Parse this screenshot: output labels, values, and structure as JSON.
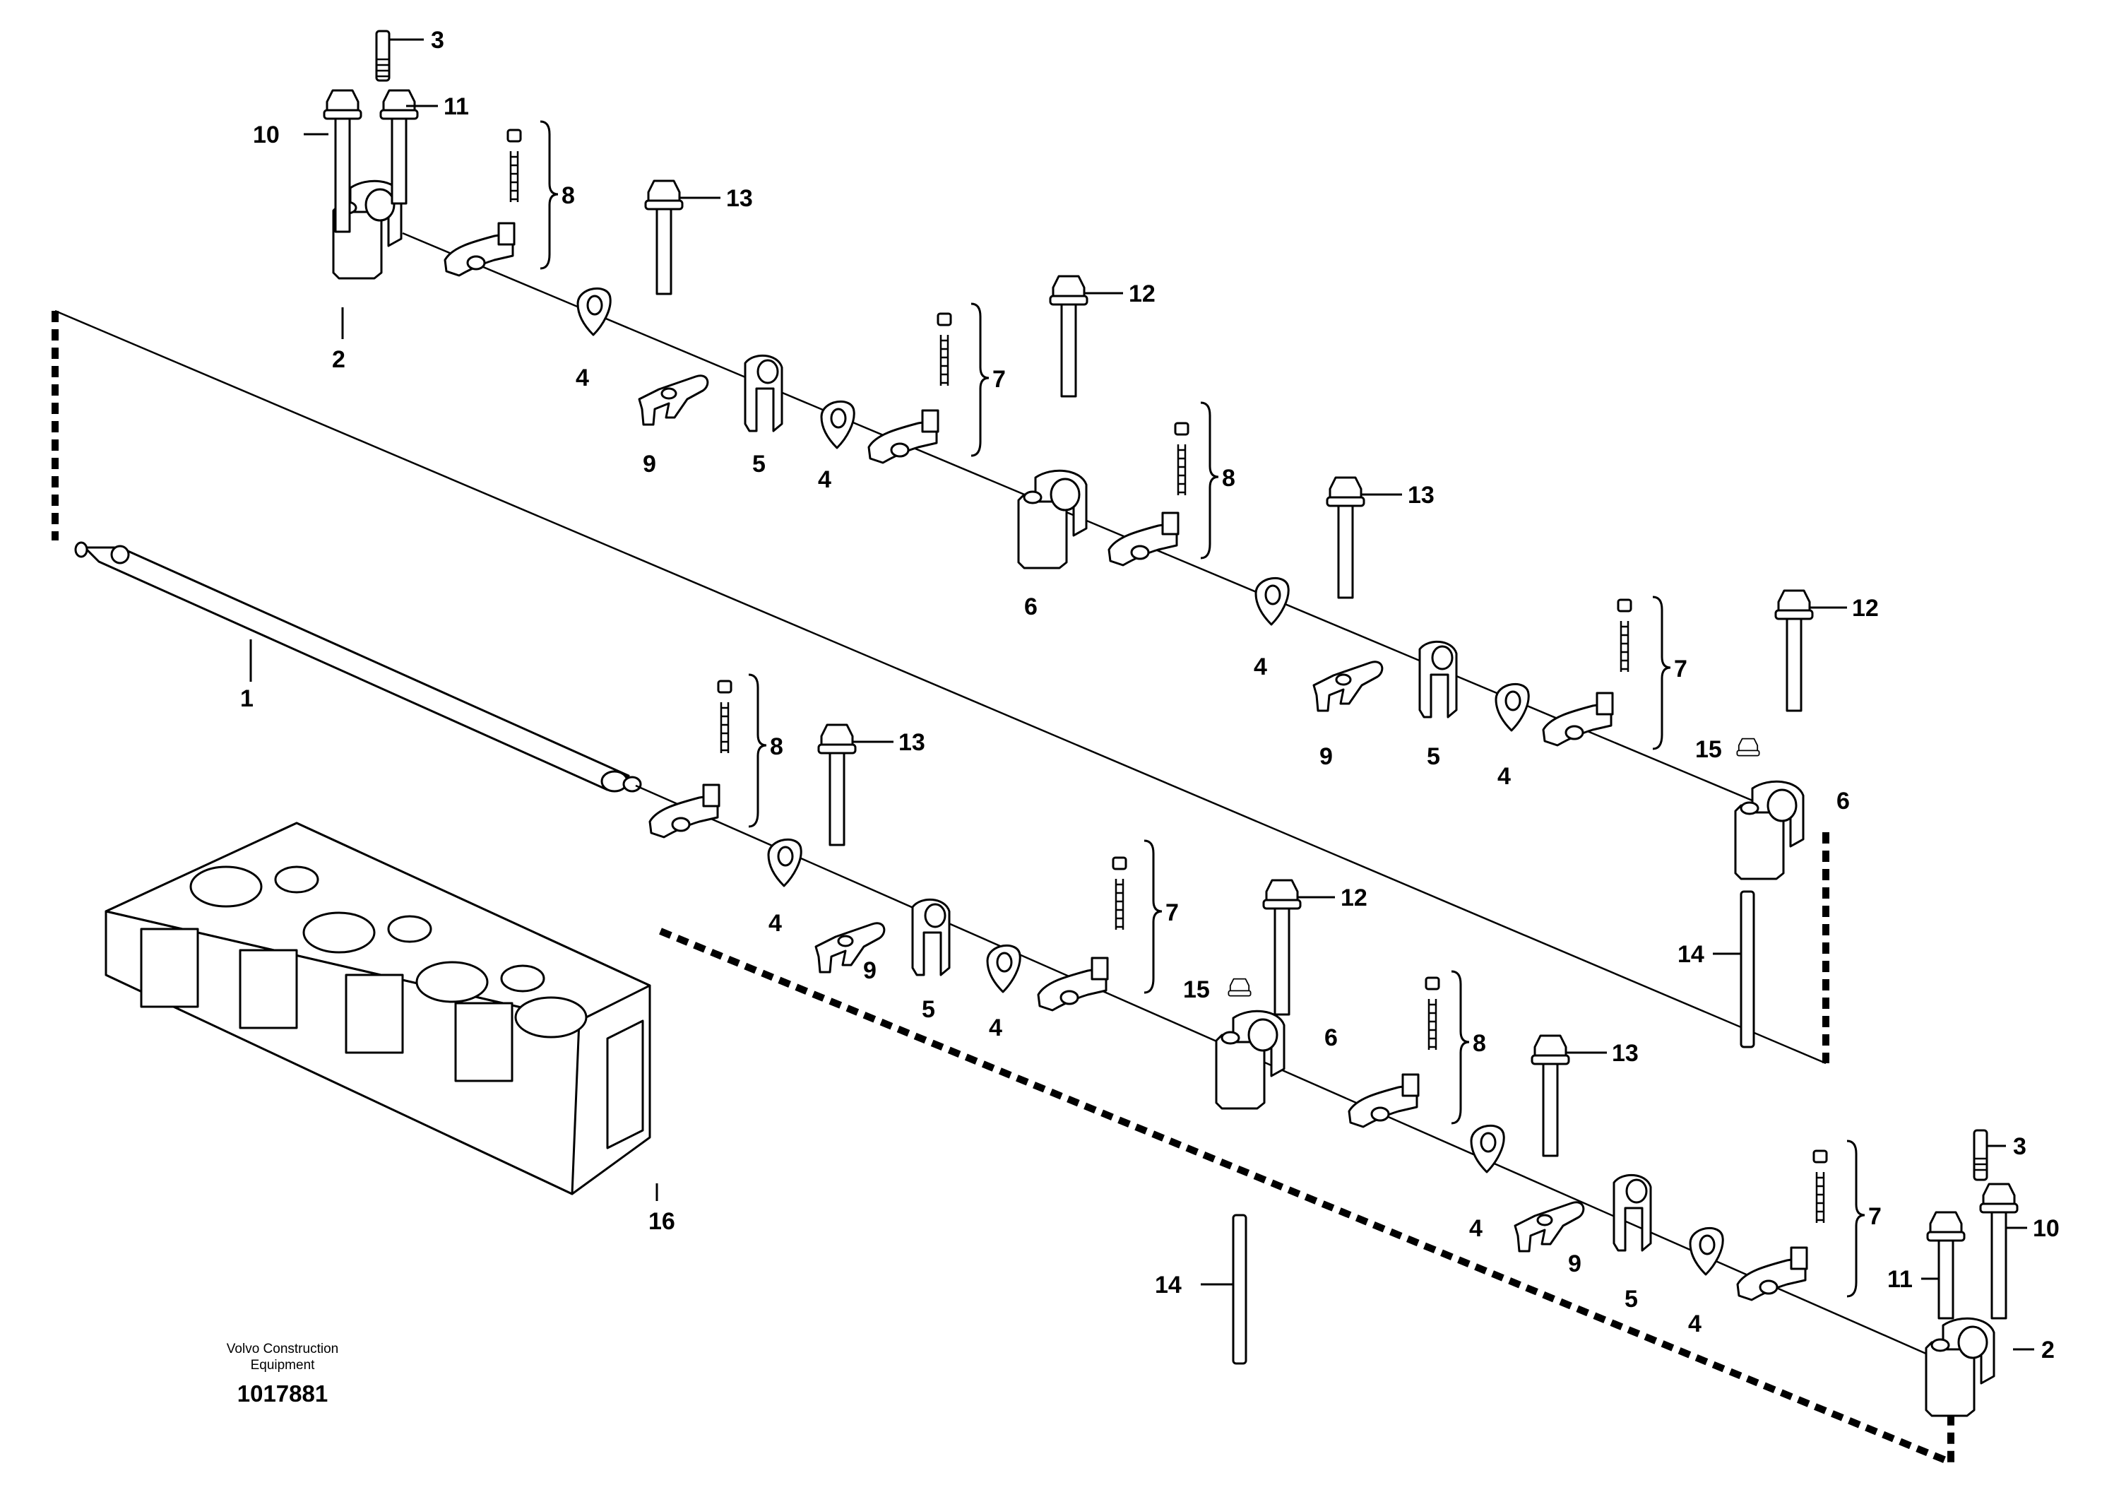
{
  "diagram": {
    "callouts": {
      "c1": "1",
      "c2a": "2",
      "c2b": "2",
      "c3a": "3",
      "c3b": "3",
      "c4a": "4",
      "c4b": "4",
      "c4c": "4",
      "c4d": "4",
      "c4e": "4",
      "c4f": "4",
      "c5a": "5",
      "c5b": "5",
      "c5c": "5",
      "c5d": "5",
      "c6a": "6",
      "c6b": "6",
      "c6c": "6",
      "c7a": "7",
      "c7b": "7",
      "c7c": "7",
      "c7d": "7",
      "c8a": "8",
      "c8b": "8",
      "c8c": "8",
      "c8d": "8",
      "c9a": "9",
      "c9b": "9",
      "c9c": "9",
      "c9d": "9",
      "c10a": "10",
      "c10b": "10",
      "c11a": "11",
      "c11b": "11",
      "c12a": "12",
      "c12b": "12",
      "c12c": "12",
      "c13a": "13",
      "c13b": "13",
      "c13c": "13",
      "c13d": "13",
      "c14a": "14",
      "c14b": "14",
      "c15a": "15",
      "c15b": "15",
      "c16": "16"
    },
    "caption": {
      "maker": "Volvo Construction Equipment",
      "reference": "1017881"
    }
  }
}
